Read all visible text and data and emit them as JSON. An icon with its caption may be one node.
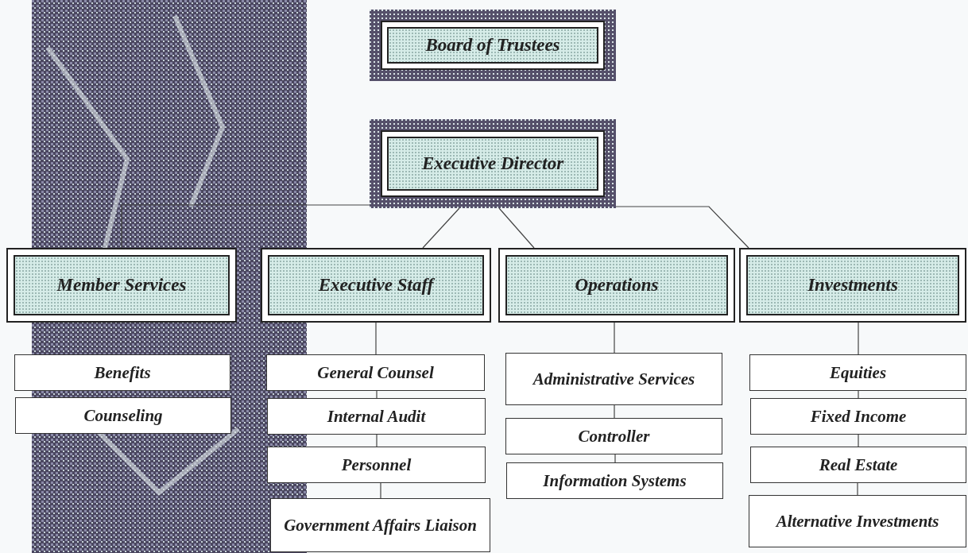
{
  "diagram": {
    "nodes": [
      {
        "text": [
          "Board of Trustees"
        ]
      },
      {
        "text": [
          "Executive Director"
        ]
      },
      {
        "text": [
          "Member Services"
        ]
      },
      {
        "text": [
          "Executive Staff"
        ]
      },
      {
        "text": [
          "Operations"
        ]
      },
      {
        "text": [
          "Investments"
        ]
      },
      {
        "text": [
          "Benefits"
        ]
      },
      {
        "text": [
          "Counseling"
        ]
      },
      {
        "text": [
          "General Counsel"
        ]
      },
      {
        "text": [
          "Internal Audit"
        ]
      },
      {
        "text": [
          "Personnel"
        ]
      },
      {
        "text": [
          "Government Affairs Liaison"
        ]
      },
      {
        "text": [
          "Administrative Services"
        ]
      },
      {
        "text": [
          "Controller"
        ]
      },
      {
        "text": [
          "Information Systems"
        ]
      },
      {
        "text": [
          "Equities"
        ]
      },
      {
        "text": [
          "Fixed Income"
        ]
      },
      {
        "text": [
          "Real Estate"
        ]
      },
      {
        "text": [
          "Alternative Investments"
        ]
      }
    ],
    "edges": [
      {
        "from": 1,
        "to": 2,
        "arrow": "none"
      },
      {
        "from": 1,
        "to": 3,
        "arrow": "none"
      },
      {
        "from": 1,
        "to": 4,
        "arrow": "none"
      },
      {
        "from": 1,
        "to": 5,
        "arrow": "none"
      },
      {
        "from": 3,
        "to": 8,
        "arrow": "none"
      },
      {
        "from": 8,
        "to": 9,
        "arrow": "none"
      },
      {
        "from": 9,
        "to": 10,
        "arrow": "none"
      },
      {
        "from": 10,
        "to": 11,
        "arrow": "none"
      },
      {
        "from": 4,
        "to": 12,
        "arrow": "none"
      },
      {
        "from": 12,
        "to": 13,
        "arrow": "none"
      },
      {
        "from": 13,
        "to": 14,
        "arrow": "none"
      },
      {
        "from": 5,
        "to": 15,
        "arrow": "none"
      },
      {
        "from": 15,
        "to": 16,
        "arrow": "none"
      },
      {
        "from": 16,
        "to": 17,
        "arrow": "none"
      },
      {
        "from": 17,
        "to": 18,
        "arrow": "none"
      }
    ]
  }
}
